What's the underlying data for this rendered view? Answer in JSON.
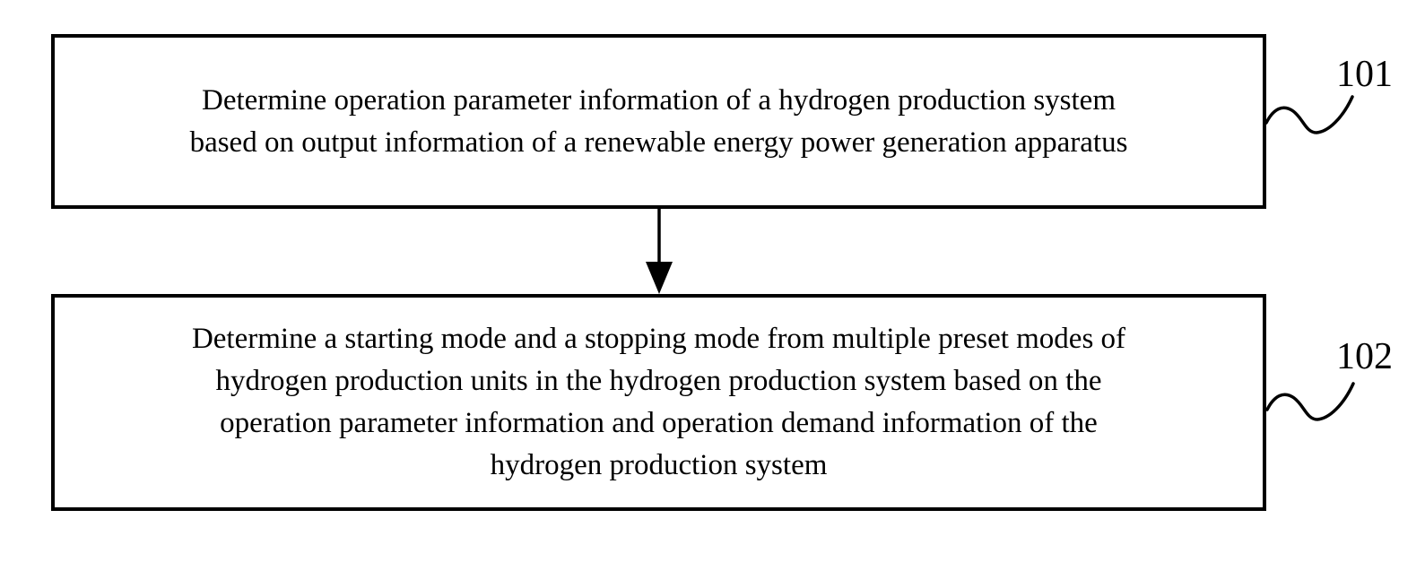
{
  "figure": {
    "background_color": "#ffffff",
    "ink_color": "#000000",
    "type": "flowchart",
    "steps": [
      {
        "ref": "101",
        "text": "Determine operation parameter information of a hydrogen production system based on output information of a renewable energy power generation apparatus",
        "lines": [
          "Determine operation parameter information of a hydrogen production system",
          "based on output information of a renewable energy power generation apparatus"
        ]
      },
      {
        "ref": "102",
        "text": "Determine a starting mode and a stopping mode from multiple preset modes of hydrogen production units in the hydrogen production system based on the operation parameter information and operation demand information of the hydrogen production system",
        "lines": [
          "Determine a starting mode and a stopping mode from multiple preset modes of",
          "hydrogen production units in the hydrogen production system based on the",
          "operation parameter information and operation demand information of the",
          "hydrogen production system"
        ]
      }
    ],
    "connector": "downward-arrow"
  }
}
